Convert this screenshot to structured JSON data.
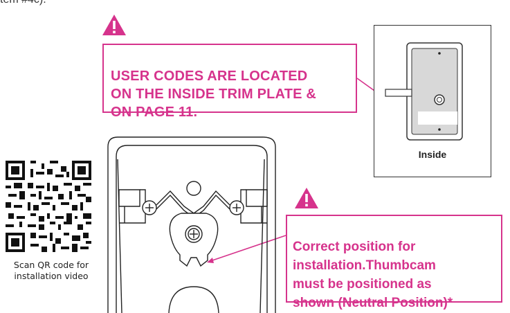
{
  "top_fragment": "tem #4c).",
  "warning_1": {
    "text": "USER CODES ARE LOCATED\nON THE INSIDE TRIM PLATE &\nON PAGE 11."
  },
  "inside_panel": {
    "label": "Inside"
  },
  "qr": {
    "caption": "Scan QR code for\ninstallation video"
  },
  "warning_2": {
    "text": "Correct position for\ninstallation.Thumbcam\nmust be positioned as\nshown (Neutral Position)*"
  },
  "colors": {
    "accent": "#d6338c",
    "line": "#222222"
  },
  "icons": [
    "warning-triangle-icon",
    "qr-code-icon"
  ]
}
